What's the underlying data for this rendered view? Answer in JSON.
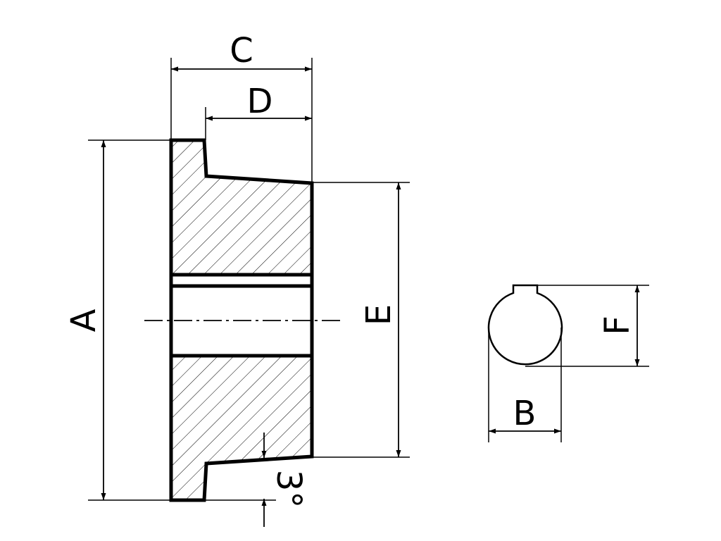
{
  "dimensions": {
    "A": "A",
    "B": "B",
    "C": "C",
    "D": "D",
    "E": "E",
    "F": "F",
    "angle": "3°"
  }
}
